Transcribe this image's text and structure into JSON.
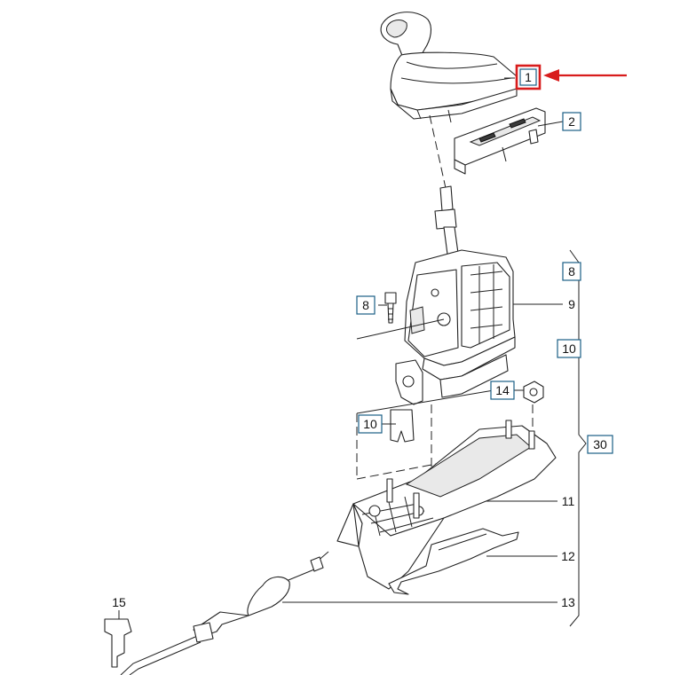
{
  "diagram": {
    "callouts": {
      "part_1": "1",
      "part_2": "2",
      "part_8_top": "8",
      "part_8_left": "8",
      "part_9": "9",
      "part_10_right": "10",
      "part_10_left": "10",
      "part_14": "14",
      "part_30": "30",
      "part_11": "11",
      "part_12": "12",
      "part_13": "13",
      "part_15": "15"
    },
    "highlight": {
      "selected_part": "1",
      "box_color": "#d81c1c",
      "arrow_color": "#d81c1c"
    },
    "colors": {
      "callout_box": "#1a5f86",
      "line": "#222222",
      "background": "#ffffff"
    }
  }
}
